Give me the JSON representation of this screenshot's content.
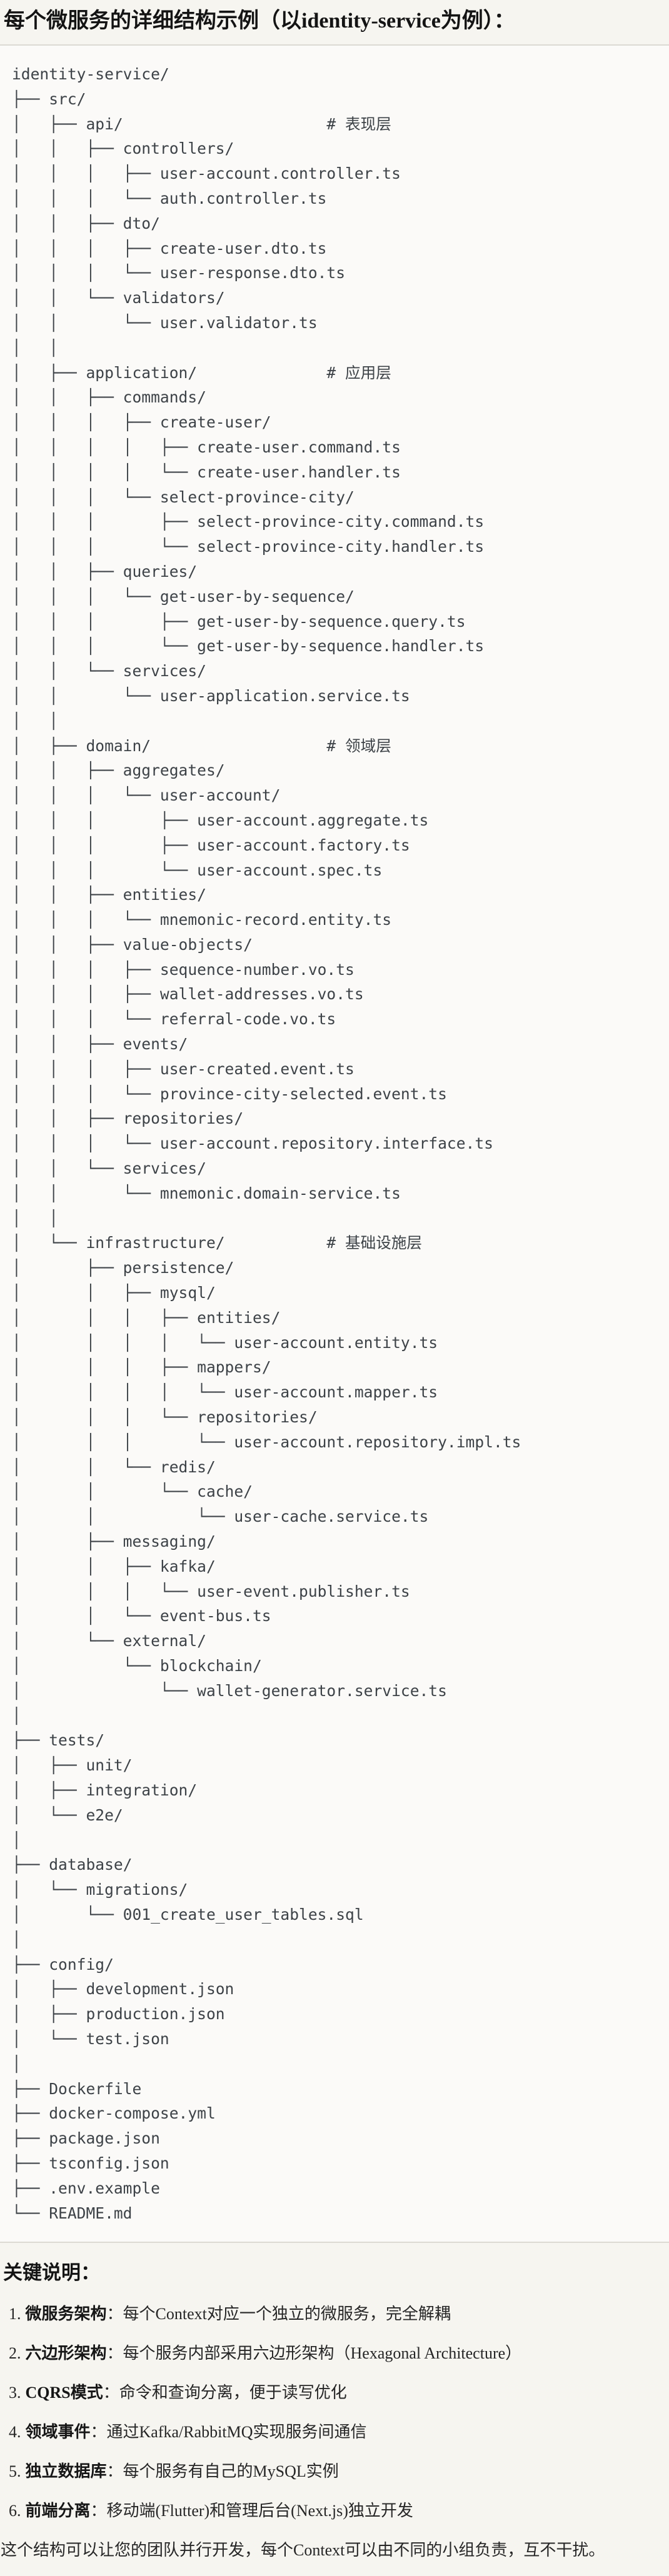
{
  "header": {
    "title": "每个微服务的详细结构示例（以identity-service为例）："
  },
  "code_block": {
    "tree_lines": [
      "identity-service/",
      "├── src/",
      "│   ├── api/                      # 表现层",
      "│   │   ├── controllers/",
      "│   │   │   ├── user-account.controller.ts",
      "│   │   │   └── auth.controller.ts",
      "│   │   ├── dto/",
      "│   │   │   ├── create-user.dto.ts",
      "│   │   │   └── user-response.dto.ts",
      "│   │   └── validators/",
      "│   │       └── user.validator.ts",
      "│   │",
      "│   ├── application/              # 应用层",
      "│   │   ├── commands/",
      "│   │   │   ├── create-user/",
      "│   │   │   │   ├── create-user.command.ts",
      "│   │   │   │   └── create-user.handler.ts",
      "│   │   │   └── select-province-city/",
      "│   │   │       ├── select-province-city.command.ts",
      "│   │   │       └── select-province-city.handler.ts",
      "│   │   ├── queries/",
      "│   │   │   └── get-user-by-sequence/",
      "│   │   │       ├── get-user-by-sequence.query.ts",
      "│   │   │       └── get-user-by-sequence.handler.ts",
      "│   │   └── services/",
      "│   │       └── user-application.service.ts",
      "│   │",
      "│   ├── domain/                   # 领域层",
      "│   │   ├── aggregates/",
      "│   │   │   └── user-account/",
      "│   │   │       ├── user-account.aggregate.ts",
      "│   │   │       ├── user-account.factory.ts",
      "│   │   │       └── user-account.spec.ts",
      "│   │   ├── entities/",
      "│   │   │   └── mnemonic-record.entity.ts",
      "│   │   ├── value-objects/",
      "│   │   │   ├── sequence-number.vo.ts",
      "│   │   │   ├── wallet-addresses.vo.ts",
      "│   │   │   └── referral-code.vo.ts",
      "│   │   ├── events/",
      "│   │   │   ├── user-created.event.ts",
      "│   │   │   └── province-city-selected.event.ts",
      "│   │   ├── repositories/",
      "│   │   │   └── user-account.repository.interface.ts",
      "│   │   └── services/",
      "│   │       └── mnemonic.domain-service.ts",
      "│   │",
      "│   └── infrastructure/           # 基础设施层",
      "│       ├── persistence/",
      "│       │   ├── mysql/",
      "│       │   │   ├── entities/",
      "│       │   │   │   └── user-account.entity.ts",
      "│       │   │   ├── mappers/",
      "│       │   │   │   └── user-account.mapper.ts",
      "│       │   │   └── repositories/",
      "│       │   │       └── user-account.repository.impl.ts",
      "│       │   └── redis/",
      "│       │       └── cache/",
      "│       │           └── user-cache.service.ts",
      "│       ├── messaging/",
      "│       │   ├── kafka/",
      "│       │   │   └── user-event.publisher.ts",
      "│       │   └── event-bus.ts",
      "│       └── external/",
      "│           └── blockchain/",
      "│               └── wallet-generator.service.ts",
      "│",
      "├── tests/",
      "│   ├── unit/",
      "│   ├── integration/",
      "│   └── e2e/",
      "│",
      "├── database/",
      "│   └── migrations/",
      "│       └── 001_create_user_tables.sql",
      "│",
      "├── config/",
      "│   ├── development.json",
      "│   ├── production.json",
      "│   └── test.json",
      "│",
      "├── Dockerfile",
      "├── docker-compose.yml",
      "├── package.json",
      "├── tsconfig.json",
      "├── .env.example",
      "└── README.md"
    ]
  },
  "notes": {
    "heading": "关键说明：",
    "items": [
      {
        "num": "1.",
        "label": "微服务架构",
        "sep": "：",
        "text": "每个Context对应一个独立的微服务，完全解耦"
      },
      {
        "num": "2.",
        "label": "六边形架构",
        "sep": "：",
        "text": "每个服务内部采用六边形架构（Hexagonal Architecture）"
      },
      {
        "num": "3.",
        "label": "CQRS模式",
        "sep": "：",
        "text": "命令和查询分离，便于读写优化"
      },
      {
        "num": "4.",
        "label": "领域事件",
        "sep": "：",
        "text": "通过Kafka/RabbitMQ实现服务间通信"
      },
      {
        "num": "5.",
        "label": "独立数据库",
        "sep": "：",
        "text": "每个服务有自己的MySQL实例"
      },
      {
        "num": "6.",
        "label": "前端分离",
        "sep": "：",
        "text": "移动端(Flutter)和管理后台(Next.js)独立开发"
      }
    ],
    "closing": "这个结构可以让您的团队并行开发，每个Context可以由不同的小组负责，互不干扰。"
  },
  "colors": {
    "page_bg": "#f6f5f0",
    "code_bg": "#fbfaf8",
    "border": "#dcdad3",
    "tree_text": "#3d4247",
    "heading_text": "#141414",
    "body_text": "#262626"
  }
}
